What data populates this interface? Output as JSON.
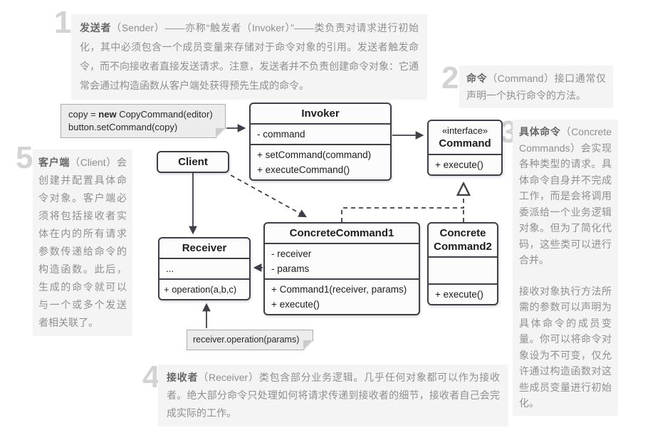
{
  "annotations": {
    "sender": {
      "num": "1",
      "term": "发送者",
      "text": "（Sender）——亦称“触发者（Invoker）”——类负责对请求进行初始化，其中必须包含一个成员变量来存储对于命令对象的引用。发送者触发命令，而不向接收者直接发送请求。注意，发送者并不负责创建命令对象：它通常会通过构造函数从客户端处获得预先生成的命令。"
    },
    "command": {
      "num": "2",
      "term": "命令",
      "text": "（Command）接口通常仅声明一个执行命令的方法。"
    },
    "concrete": {
      "num": "3",
      "term": "具体命令",
      "text": "（Concrete Commands）会实现各种类型的请求。具体命令自身并不完成工作，而是会将调用委派给一个业务逻辑对象。但为了简化代码，这些类可以进行合并。",
      "text2": "接收对象执行方法所需的参数可以声明为具体命令的成员变量。你可以将命令对象设为不可变，仅允许通过构造函数对这些成员变量进行初始化。"
    },
    "receiver": {
      "num": "4",
      "term": "接收者",
      "text": "（Receiver）类包含部分业务逻辑。几乎任何对象都可以作为接收者。绝大部分命令只处理如何将请求传递到接收者的细节，接收者自己会完成实际的工作。"
    },
    "client": {
      "num": "5",
      "term": "客户端",
      "text": "（Client）会创建并配置具体命令对象。客户端必须将包括接收者实体在内的所有请求参数传递给命令的构造函数。此后，生成的命令就可以与一个或多个发送者相关联了。"
    }
  },
  "classes": {
    "invoker": {
      "title": "Invoker",
      "fields": [
        "- command"
      ],
      "methods": [
        "+ setCommand(command)",
        "+ executeCommand()"
      ]
    },
    "command": {
      "stereotype": "«interface»",
      "title": "Command",
      "methods": [
        "+ execute()"
      ]
    },
    "client": {
      "title": "Client"
    },
    "receiver": {
      "title": "Receiver",
      "fields": [
        "..."
      ],
      "methods": [
        "+ operation(a,b,c)"
      ]
    },
    "concrete1": {
      "title": "ConcreteCommand1",
      "fields": [
        "- receiver",
        "- params"
      ],
      "methods": [
        "+ Command1(receiver, params)",
        "+ execute()"
      ]
    },
    "concrete2": {
      "title": "Concrete Command2",
      "methods": [
        "+ execute()"
      ]
    }
  },
  "notes": {
    "setup": {
      "l1a": "copy = ",
      "l1b": "new",
      "l1c": " CopyCommand(editor)",
      "l2": "button.setCommand(copy)"
    },
    "operation": {
      "text": "receiver.operation(params)"
    }
  },
  "colors": {
    "box_border": "#413e4a",
    "annotation_bg": "#f4f4f4",
    "annotation_text": "#8f8f8f",
    "note_bg": "#ececec",
    "ghost_number": "#d3d3d3"
  }
}
